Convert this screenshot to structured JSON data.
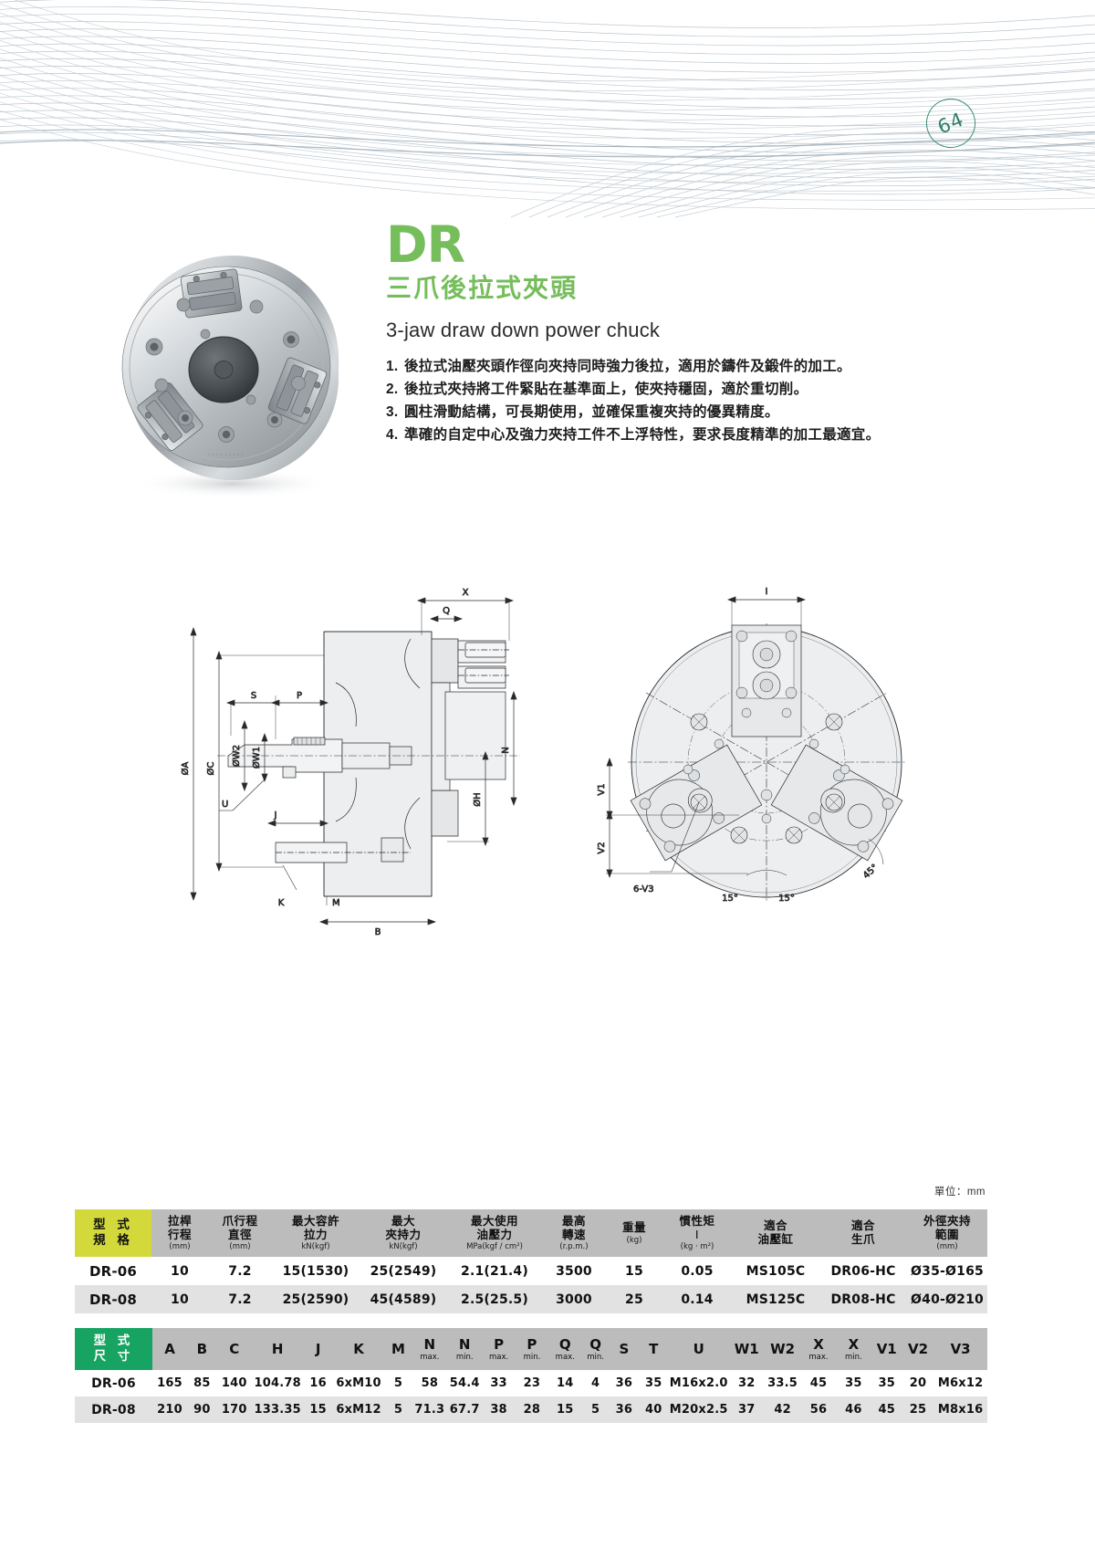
{
  "page": {
    "number": "64"
  },
  "product": {
    "code": "DR",
    "name_cn": "三爪後拉式夾頭",
    "name_en": "3-jaw draw down power chuck",
    "features": [
      {
        "num": "1.",
        "text": "後拉式油壓夾頭作徑向夾持同時強力後拉，適用於鑄件及鍛件的加工。"
      },
      {
        "num": "2.",
        "text": "後拉式夾持將工件緊貼在基準面上，使夾持穩固，適於重切削。"
      },
      {
        "num": "3.",
        "text": "圓柱滑動結構，可長期使用，並確保重複夾持的優異精度。"
      },
      {
        "num": "4.",
        "text": "準確的自定中心及強力夾持工件不上浮特性，要求長度精準的加工最適宜。"
      }
    ]
  },
  "drawing": {
    "side_view_labels": [
      "X",
      "Q",
      "S",
      "P",
      "ØA",
      "ØC",
      "ØW2",
      "ØW1",
      "U",
      "J",
      "K",
      "M",
      "B",
      "ØH",
      "N"
    ],
    "front_view_labels": [
      "I",
      "V1",
      "V2",
      "6-V3",
      "15°",
      "15°",
      "45°"
    ]
  },
  "unit_note": "單位：mm",
  "table1": {
    "corner_label": [
      "型 式",
      "規 格"
    ],
    "headers": [
      {
        "cn": "拉桿\n行程",
        "unit": "(mm)"
      },
      {
        "cn": "爪行程\n直徑",
        "unit": "(mm)"
      },
      {
        "cn": "最大容許\n拉力",
        "unit": "kN(kgf)"
      },
      {
        "cn": "最大\n夾持力",
        "unit": "kN(kgf)"
      },
      {
        "cn": "最大使用\n油壓力",
        "unit": "MPa(kgf / cm²)"
      },
      {
        "cn": "最高\n轉速",
        "unit": "(r.p.m.)"
      },
      {
        "cn": "重量",
        "unit": "(kg)"
      },
      {
        "cn": "慣性矩\nI",
        "unit": "(kg · m²)"
      },
      {
        "cn": "適合\n油壓缸",
        "unit": ""
      },
      {
        "cn": "適合\n生爪",
        "unit": ""
      },
      {
        "cn": "外徑夾持\n範圍",
        "unit": "(mm)"
      }
    ],
    "rows": [
      {
        "model": "DR-06",
        "values": [
          "10",
          "7.2",
          "15(1530)",
          "25(2549)",
          "2.1(21.4)",
          "3500",
          "15",
          "0.05",
          "MS105C",
          "DR06-HC",
          "Ø35-Ø165"
        ]
      },
      {
        "model": "DR-08",
        "values": [
          "10",
          "7.2",
          "25(2590)",
          "45(4589)",
          "2.5(25.5)",
          "3000",
          "25",
          "0.14",
          "MS125C",
          "DR08-HC",
          "Ø40-Ø210"
        ]
      }
    ]
  },
  "table2": {
    "corner_label": [
      "型 式",
      "尺 寸"
    ],
    "headers": [
      {
        "letter": "A",
        "sub": ""
      },
      {
        "letter": "B",
        "sub": ""
      },
      {
        "letter": "C",
        "sub": ""
      },
      {
        "letter": "H",
        "sub": ""
      },
      {
        "letter": "J",
        "sub": ""
      },
      {
        "letter": "K",
        "sub": ""
      },
      {
        "letter": "M",
        "sub": ""
      },
      {
        "letter": "N",
        "sub": "max."
      },
      {
        "letter": "N",
        "sub": "min."
      },
      {
        "letter": "P",
        "sub": "max."
      },
      {
        "letter": "P",
        "sub": "min."
      },
      {
        "letter": "Q",
        "sub": "max."
      },
      {
        "letter": "Q",
        "sub": "min."
      },
      {
        "letter": "S",
        "sub": ""
      },
      {
        "letter": "T",
        "sub": ""
      },
      {
        "letter": "U",
        "sub": ""
      },
      {
        "letter": "W1",
        "sub": ""
      },
      {
        "letter": "W2",
        "sub": ""
      },
      {
        "letter": "X",
        "sub": "max."
      },
      {
        "letter": "X",
        "sub": "min."
      },
      {
        "letter": "V1",
        "sub": ""
      },
      {
        "letter": "V2",
        "sub": ""
      },
      {
        "letter": "V3",
        "sub": ""
      }
    ],
    "rows": [
      {
        "model": "DR-06",
        "values": [
          "165",
          "85",
          "140",
          "104.78",
          "16",
          "6xM10",
          "5",
          "58",
          "54.4",
          "33",
          "23",
          "14",
          "4",
          "36",
          "35",
          "M16x2.0",
          "32",
          "33.5",
          "45",
          "35",
          "35",
          "20",
          "M6x12"
        ]
      },
      {
        "model": "DR-08",
        "values": [
          "210",
          "90",
          "170",
          "133.35",
          "15",
          "6xM12",
          "5",
          "71.3",
          "67.7",
          "38",
          "28",
          "15",
          "5",
          "36",
          "40",
          "M20x2.5",
          "37",
          "42",
          "56",
          "46",
          "45",
          "25",
          "M8x16"
        ]
      }
    ]
  },
  "colors": {
    "brand_green": "#76bd5c",
    "header_gray": "#bcbcbc",
    "corner_yellow": "#d3d93b",
    "corner_green": "#17a463",
    "row_gray": "#e2e2e2",
    "page_badge": "#2f7f62"
  }
}
